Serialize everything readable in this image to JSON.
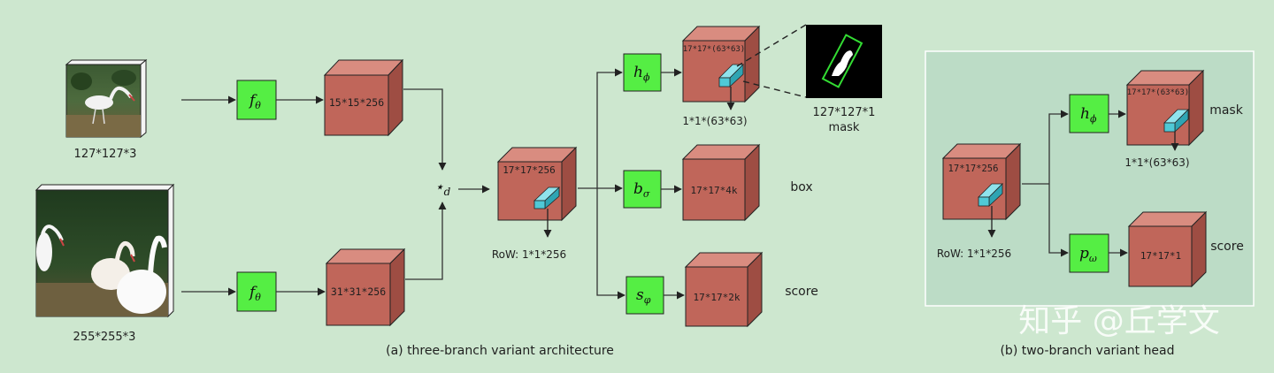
{
  "inputs": {
    "exemplar_size": "127*127*3",
    "search_size": "255*255*3"
  },
  "embed": {
    "symbol": "f",
    "subscript": "θ"
  },
  "features": {
    "exemplar": "15*15*256",
    "search": "31*31*256",
    "response": "17*17*256"
  },
  "correlation": {
    "symbol": "⋆",
    "subscript": "d"
  },
  "row_label": "RoW: 1*1*256",
  "branches": {
    "mask": {
      "symbol": "h",
      "subscript": "ϕ",
      "cube_label": "17*17*(63*63)",
      "vector_label": "1*1*(63*63)",
      "output_size": "127*127*1",
      "output_name": "mask"
    },
    "box": {
      "symbol": "b",
      "subscript": "σ",
      "cube_label": "17*17*4k",
      "name": "box"
    },
    "score": {
      "symbol": "s",
      "subscript": "φ",
      "cube_label": "17*17*2k",
      "name": "score"
    }
  },
  "caption_a": "(a) three-branch  variant architecture",
  "panel_b": {
    "response": "17*17*256",
    "row_label": "RoW: 1*1*256",
    "mask_symbol": "h",
    "mask_subscript": "ϕ",
    "mask_cube": "17*17*(63*63)",
    "mask_vector": "1*1*(63*63)",
    "mask_name": "mask",
    "score_symbol": "p",
    "score_subscript": "ω",
    "score_cube": "17*17*1",
    "score_name": "score",
    "caption": "(b) two-branch  variant head"
  },
  "watermark": "知乎 @丘学文",
  "colors": {
    "background": "#cde7cf",
    "cube_front": "#c0665a",
    "cube_top": "#d98c80",
    "cube_side": "#9e4d43",
    "function_box": "#55ee44",
    "vector": "#4fc9d6",
    "panel_b_bg": "#bcdcc6"
  }
}
